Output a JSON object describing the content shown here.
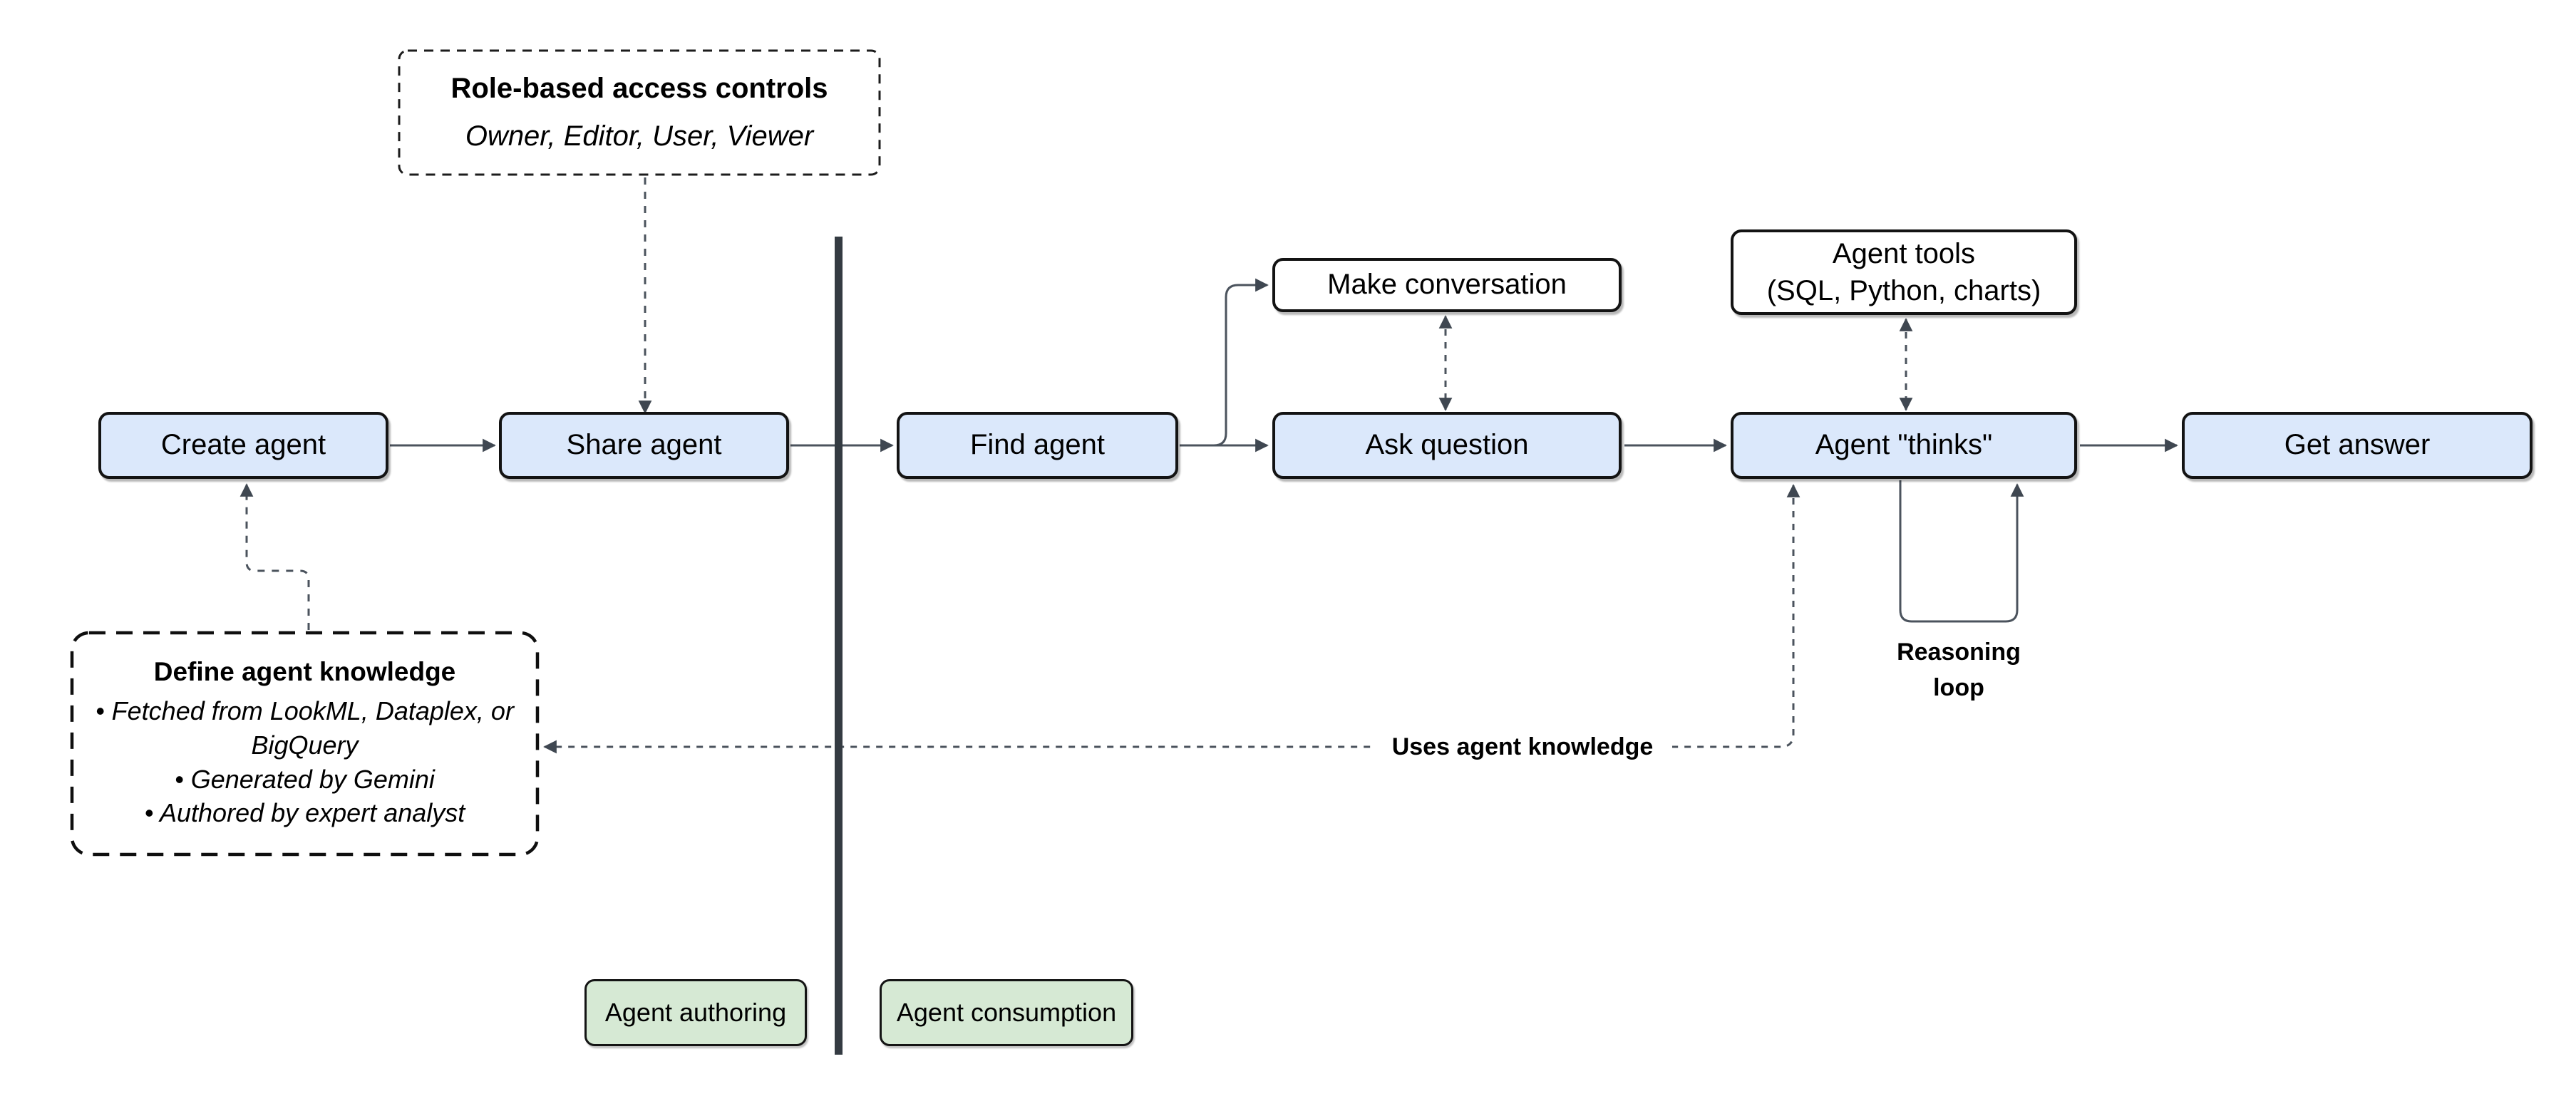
{
  "diagram": {
    "nodes": {
      "create_agent": {
        "label": "Create agent"
      },
      "share_agent": {
        "label": "Share agent"
      },
      "find_agent": {
        "label": "Find agent"
      },
      "ask_question": {
        "label": "Ask question"
      },
      "agent_thinks": {
        "label": "Agent \"thinks\""
      },
      "get_answer": {
        "label": "Get answer"
      },
      "make_conversation": {
        "label": "Make conversation"
      },
      "agent_tools": {
        "line1": "Agent tools",
        "line2": "(SQL, Python, charts)"
      }
    },
    "annotations": {
      "rbac": {
        "title": "Role-based access controls",
        "subtitle": "Owner, Editor, User, Viewer"
      },
      "knowledge": {
        "title": "Define agent knowledge",
        "bullets": [
          "Fetched from LookML, Dataplex, or BigQuery",
          "Generated by Gemini",
          "Authored by expert analyst"
        ]
      },
      "uses_knowledge": {
        "label": "Uses agent knowledge"
      },
      "reasoning_loop": {
        "label": "Reasoning loop"
      }
    },
    "zones": {
      "authoring": {
        "label": "Agent authoring"
      },
      "consumption": {
        "label": "Agent consumption"
      }
    },
    "colors": {
      "node_fill": "#dbe8fb",
      "tool_fill": "#ffffff",
      "zone_fill": "#d6e9d4",
      "box_border": "#131313",
      "connector": "#4b535d",
      "arrowhead": "#3f4751",
      "divider": "#343b42"
    }
  }
}
